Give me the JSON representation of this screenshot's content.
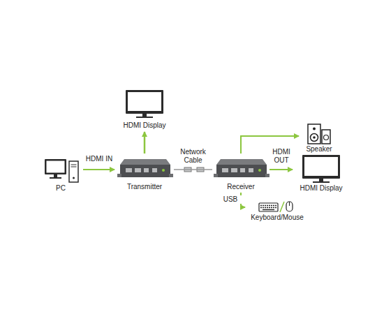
{
  "diagram": {
    "nodes": [
      {
        "text": [
          "PC"
        ]
      },
      {
        "text": [
          "HDMI Display"
        ]
      },
      {
        "text": [
          "Transmitter"
        ]
      },
      {
        "text": [
          "Receiver"
        ]
      },
      {
        "text": [
          "Speaker"
        ]
      },
      {
        "text": [
          "HDMI Display"
        ]
      },
      {
        "text": [
          "Keyboard/Mouse"
        ]
      }
    ],
    "edges": [
      {
        "from": 0,
        "to": 2,
        "label": "HDMI IN",
        "arrow": "to"
      },
      {
        "from": 2,
        "to": 1,
        "arrow": "to"
      },
      {
        "from": 2,
        "to": 3,
        "label": "Network Cable",
        "arrow": "none"
      },
      {
        "from": 3,
        "to": 4,
        "arrow": "to"
      },
      {
        "from": 3,
        "to": 5,
        "label": "HDMI OUT",
        "arrow": "to"
      },
      {
        "from": 3,
        "to": 6,
        "label": "USB",
        "arrow": "to"
      }
    ]
  }
}
